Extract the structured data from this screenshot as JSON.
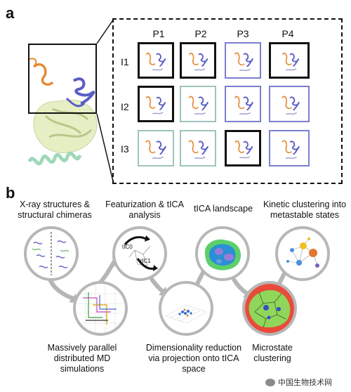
{
  "panel_a": {
    "letter": "a",
    "columns": [
      "P1",
      "P2",
      "P3",
      "P4"
    ],
    "rows": [
      "I1",
      "I2",
      "I3"
    ],
    "grid": [
      [
        {
          "border": "black"
        },
        {
          "border": "black"
        },
        {
          "border": "blue"
        },
        {
          "border": "black"
        }
      ],
      [
        {
          "border": "black"
        },
        {
          "border": "teal"
        },
        {
          "border": "blue"
        },
        {
          "border": "blue"
        }
      ],
      [
        {
          "border": "teal"
        },
        {
          "border": "teal"
        },
        {
          "border": "black"
        },
        {
          "border": "blue"
        }
      ]
    ],
    "colors": {
      "black": "#111111",
      "blue": "#7b7fd0",
      "teal": "#9cc4bd"
    }
  },
  "panel_b": {
    "letter": "b",
    "steps": [
      {
        "label": "X-ray structures & structural chimeras"
      },
      {
        "label": "Massively parallel distributed MD simulations"
      },
      {
        "label": "Featurization & tICA analysis"
      },
      {
        "label": "Dimensionality reduction via projection onto tICA space"
      },
      {
        "label": "tICA landscape"
      },
      {
        "label": "Microstate clustering"
      },
      {
        "label": "Kinetic clustering into metastable states"
      }
    ],
    "tic_labels": [
      "tIC0",
      "tIC1"
    ]
  },
  "watermark": {
    "text": "中国生物技术网"
  }
}
